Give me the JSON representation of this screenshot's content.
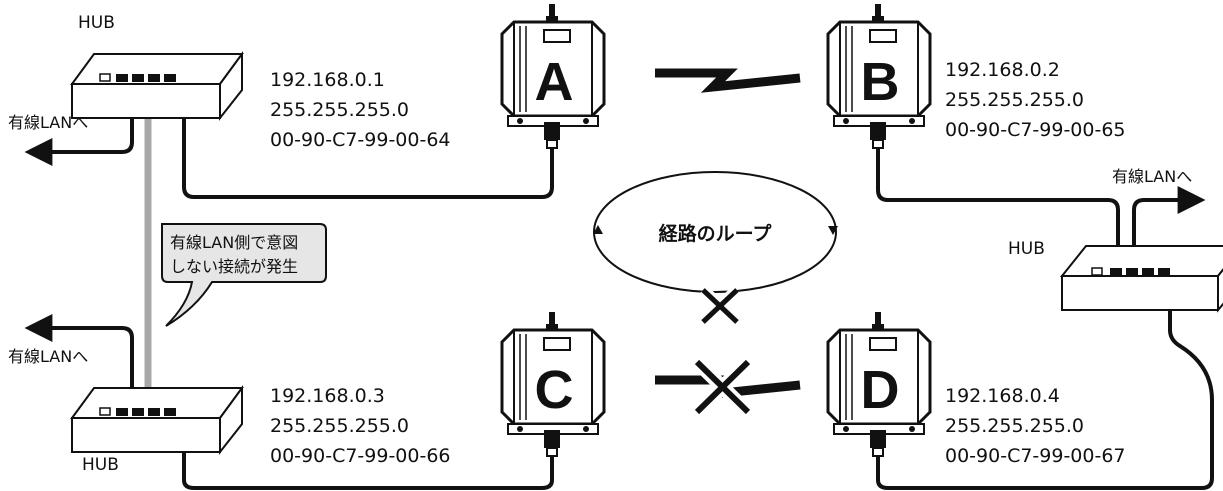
{
  "hubs": {
    "top_left": {
      "label": "HUB"
    },
    "bottom_left": {
      "label": "HUB"
    },
    "right": {
      "label": "HUB"
    }
  },
  "wired_lan_labels": {
    "top_left": "有線LANへ",
    "bottom_left": "有線LANへ",
    "right": "有線LANへ"
  },
  "callout": {
    "line1": "有線LAN側で意図",
    "line2": "しない接続が発生"
  },
  "devices": [
    {
      "letter": "A",
      "ip": "192.168.0.1",
      "mask": "255.255.255.0",
      "mac": "00-90-C7-99-00-64"
    },
    {
      "letter": "B",
      "ip": "192.168.0.2",
      "mask": "255.255.255.0",
      "mac": "00-90-C7-99-00-65"
    },
    {
      "letter": "C",
      "ip": "192.168.0.3",
      "mask": "255.255.255.0",
      "mac": "00-90-C7-99-00-66"
    },
    {
      "letter": "D",
      "ip": "192.168.0.4",
      "mask": "255.255.255.0",
      "mac": "00-90-C7-99-00-67"
    }
  ],
  "loop": {
    "label": "経路のループ"
  },
  "colors": {
    "line": "#111111",
    "callout_fill": "#e6e6e6",
    "loop_cable": "#a8a8a8",
    "device_fill": "#ffffff"
  }
}
